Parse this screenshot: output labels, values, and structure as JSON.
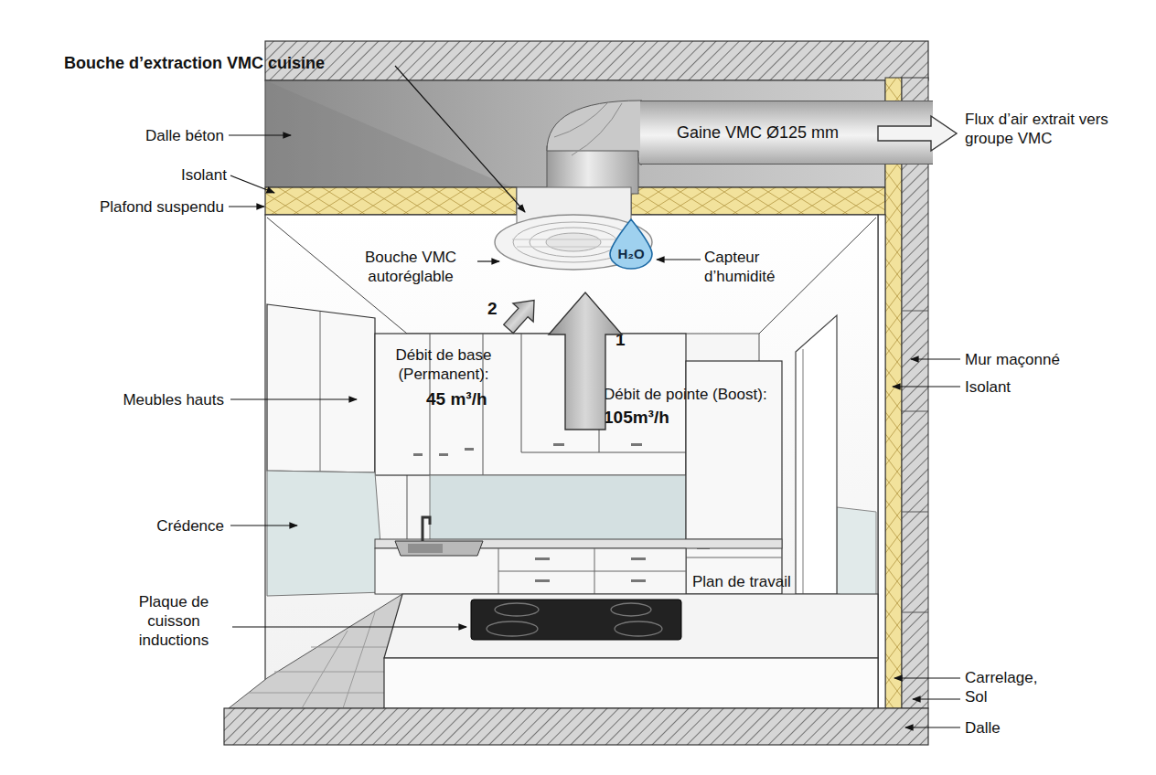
{
  "diagram": {
    "title": "Bouche d’extraction VMC cuisine",
    "nodes": [
      {
        "text": [
          "Gaine VMC Ø125 mm"
        ]
      },
      {
        "text": [
          "H₂O"
        ]
      }
    ],
    "labels": [
      "Dalle béton",
      "Isolant",
      "Plafond suspendu",
      "Flux d’air extrait vers groupe VMC",
      "Bouche VMC autoréglable",
      "Capteur d’humidité",
      "2",
      "1",
      "Débit de base (Permanent):",
      "45 m³/h",
      "Débit de pointe (Boost):",
      "105m³/h",
      "Meubles hauts",
      "Mur maçonné",
      "Isolant",
      "Crédence",
      "Plan de travail",
      "Plaque de cuisson inductions",
      "Carrelage, Sol",
      "Dalle"
    ]
  }
}
